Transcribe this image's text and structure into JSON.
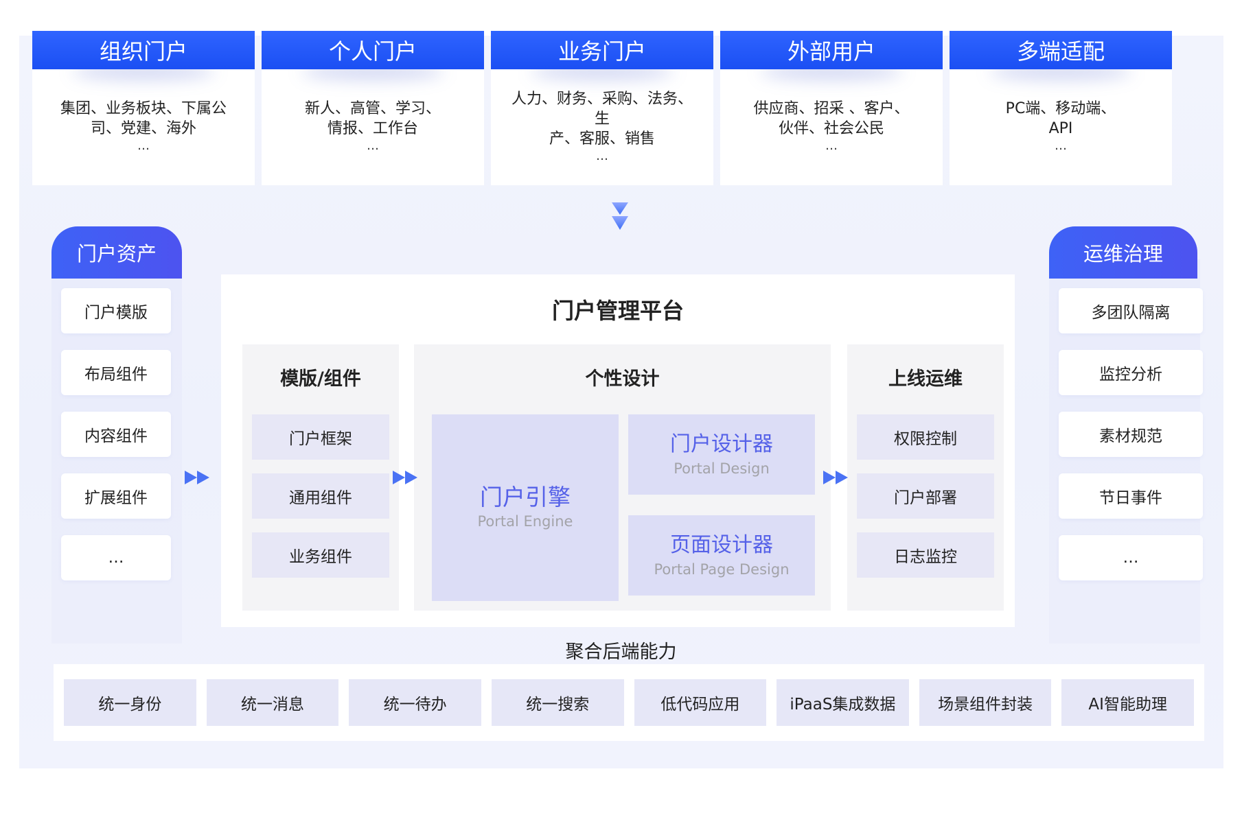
{
  "portals": [
    {
      "title": "组织门户",
      "lines": "集团、业务板块、下属公\n司、党建、海外",
      "more": "…"
    },
    {
      "title": "个人门户",
      "lines": "新人、高管、学习、\n情报、工作台",
      "more": "…"
    },
    {
      "title": "业务门户",
      "lines": "人力、财务、采购、法务、生\n产、客服、销售",
      "more": "…"
    },
    {
      "title": "外部用户",
      "lines": "供应商、招采 、客户、\n伙伴、社会公民",
      "more": "…"
    },
    {
      "title": "多端适配",
      "lines": "PC端、移动端、\nAPI",
      "more": "…"
    }
  ],
  "assets": {
    "title": "门户资产",
    "items": [
      "门户模版",
      "布局组件",
      "内容组件",
      "扩展组件",
      "…"
    ]
  },
  "governance": {
    "title": "运维治理",
    "items": [
      "多团队隔离",
      "监控分析",
      "素材规范",
      "节日事件",
      "…"
    ]
  },
  "platform": {
    "title": "门户管理平台",
    "templates": {
      "title": "模版/组件",
      "items": [
        "门户框架",
        "通用组件",
        "业务组件"
      ]
    },
    "design": {
      "title": "个性设计",
      "engine": {
        "cn": "门户引擎",
        "en": "Portal Engine"
      },
      "portal_designer": {
        "cn": "门户设计器",
        "en": "Portal Design"
      },
      "page_designer": {
        "cn": "页面设计器",
        "en": "Portal Page Design"
      }
    },
    "ops": {
      "title": "上线运维",
      "items": [
        "权限控制",
        "门户部署",
        "日志监控"
      ]
    }
  },
  "backend": {
    "title": "聚合后端能力",
    "items": [
      "统一身份",
      "统一消息",
      "统一待办",
      "统一搜索",
      "低代码应用",
      "iPaaS集成数据",
      "场景组件封装",
      "AI智能助理"
    ]
  },
  "colors": {
    "header_blue": "#1b4ff3",
    "tab_gradient": "#4d53f0",
    "accent_text": "#5561e8",
    "arrow_blue": "#3f6ff5"
  }
}
